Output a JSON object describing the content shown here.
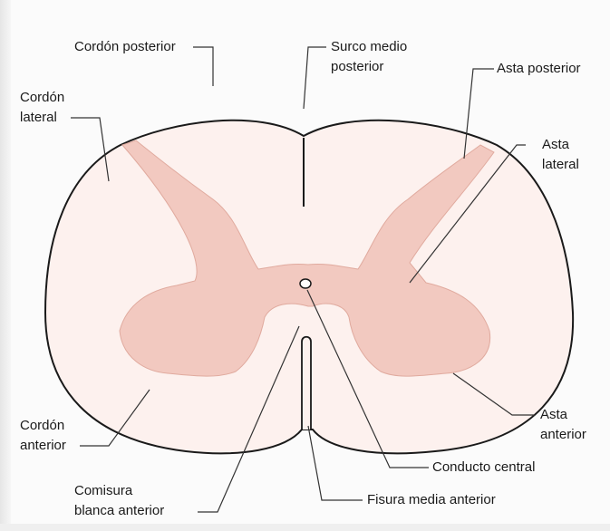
{
  "colors": {
    "background": "#fbfbfb",
    "white_matter": "#fdf1ee",
    "gray_matter": "#f2c9c0",
    "outline": "#1a1a1a",
    "leader_line": "#333333"
  },
  "labels": {
    "cordon_posterior": "Cordón posterior",
    "surco_medio_posterior": [
      "Surco medio",
      "posterior"
    ],
    "asta_posterior": "Asta posterior",
    "cordon_lateral": [
      "Cordón",
      "lateral"
    ],
    "asta_lateral": [
      "Asta",
      "lateral"
    ],
    "asta_anterior": [
      "Asta",
      "anterior"
    ],
    "cordon_anterior": [
      "Cordón",
      "anterior"
    ],
    "conducto_central": "Conducto central",
    "comisura_blanca_anterior": [
      "Comisura",
      "blanca anterior"
    ],
    "fisura_media_anterior": "Fisura media anterior"
  }
}
